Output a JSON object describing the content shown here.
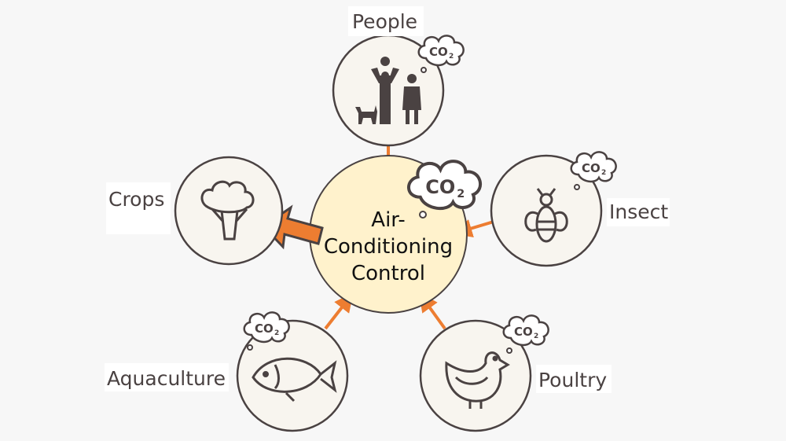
{
  "center": {
    "lines": [
      "Air-",
      "Conditioning",
      "Control"
    ],
    "co2": "CO",
    "co2_sub": "2"
  },
  "nodes": {
    "people": {
      "label": "People"
    },
    "crops": {
      "label": "Crops"
    },
    "insect": {
      "label": "Insect"
    },
    "aquaculture": {
      "label": "Aquaculture"
    },
    "poultry": {
      "label": "Poultry"
    }
  },
  "co2": {
    "text": "CO",
    "sub": "2"
  },
  "colors": {
    "arrow": "#ed7d31",
    "center_fill": "#fff2cc",
    "node_fill": "#f8f5ef",
    "stroke": "#4a4242",
    "background": "#f7f7f7"
  }
}
